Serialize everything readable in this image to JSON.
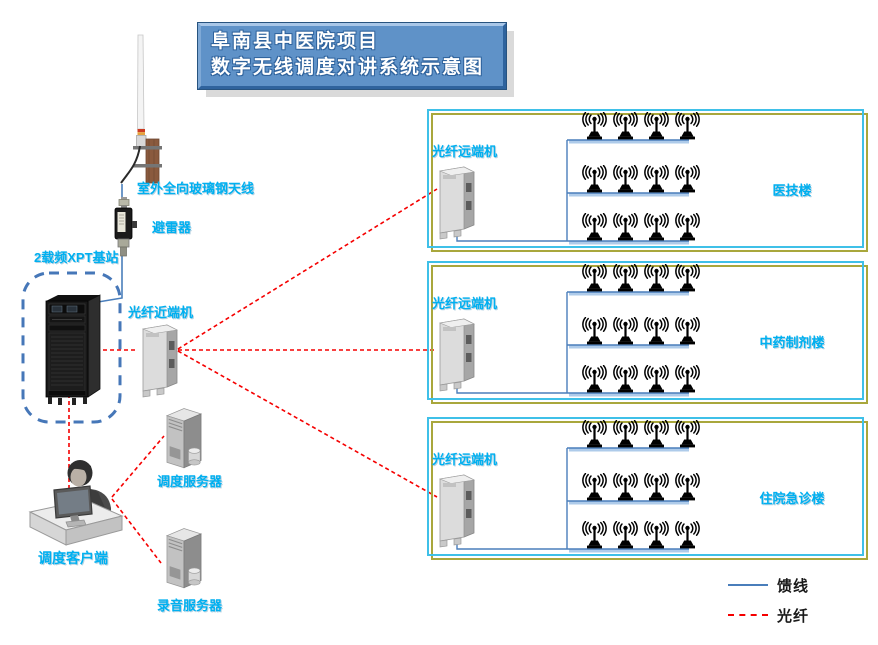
{
  "title": {
    "line1": "阜南县中医院项目",
    "line2": "数字无线调度对讲系统示意图"
  },
  "station": {
    "antenna_label": "室外全向玻璃钢天线",
    "arrester_label": "避雷器",
    "base_station_label": "2载频XPT基站",
    "near_end_label": "光纤近端机",
    "dispatch_server_label": "调度服务器",
    "recording_server_label": "录音服务器",
    "client_label": "调度客户端"
  },
  "buildings": [
    {
      "device_label": "光纤远端机",
      "name": "医技楼",
      "antenna_rows": 3,
      "antennas_per_row": 4
    },
    {
      "device_label": "光纤远端机",
      "name": "中药制剂楼",
      "antenna_rows": 3,
      "antennas_per_row": 4
    },
    {
      "device_label": "光纤远端机",
      "name": "住院急诊楼",
      "antenna_rows": 3,
      "antennas_per_row": 4
    }
  ],
  "legend": {
    "feeder_label": "馈线",
    "fiber_label": "光纤"
  },
  "icons": {
    "antenna_symbol": "broadcast-antenna-icon",
    "outdoor_antenna": "fiberglass-antenna-icon",
    "arrester": "lightning-arrester-icon",
    "rack": "base-station-rack-icon",
    "fiber_device": "fiber-converter-icon",
    "server": "tower-server-icon",
    "client": "operator-workstation-icon"
  },
  "colors": {
    "label_cyan": "#00b0f0",
    "feeder_blue": "#4a7ebb",
    "fiber_red": "#f50000",
    "box_border_cyan": "#3fc0e8",
    "box_border_olive": "#a9a73c",
    "title_bg": "#5f92c8",
    "station_outline_blue": "#4677b8"
  }
}
